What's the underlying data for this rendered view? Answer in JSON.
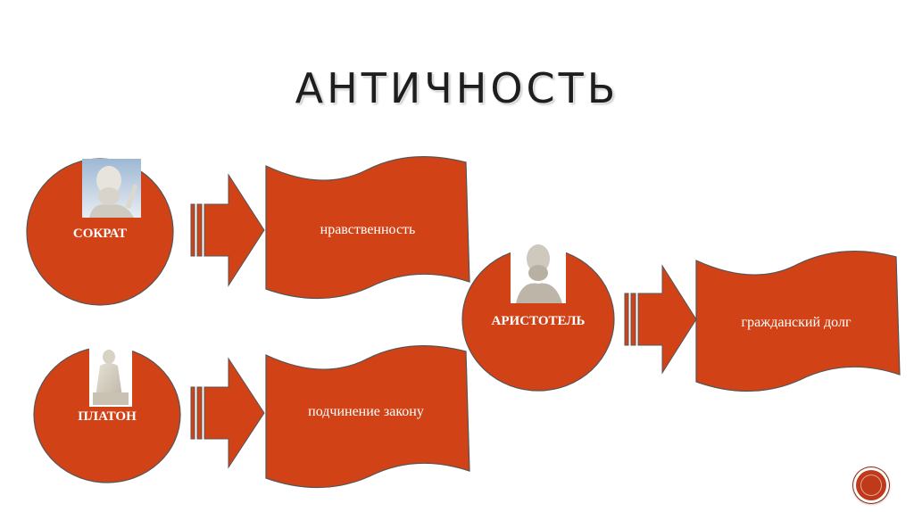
{
  "title": "АНТИЧНОСТЬ",
  "philosophers": [
    {
      "name": "СОКРАТ",
      "portrait": "socrates-bust"
    },
    {
      "name": "ПЛАТОН",
      "portrait": "plato-statue"
    },
    {
      "name": "АРИСТОТЕЛЬ",
      "portrait": "aristotle-bust"
    }
  ],
  "concepts": [
    {
      "label": "нравственность"
    },
    {
      "label": "подчинение закону"
    },
    {
      "label": "гражданский долг"
    }
  ],
  "colors": {
    "shape_fill": "#d24217",
    "shape_stroke": "#555555",
    "text": "#ffffff",
    "title": "#1e1e1e"
  }
}
